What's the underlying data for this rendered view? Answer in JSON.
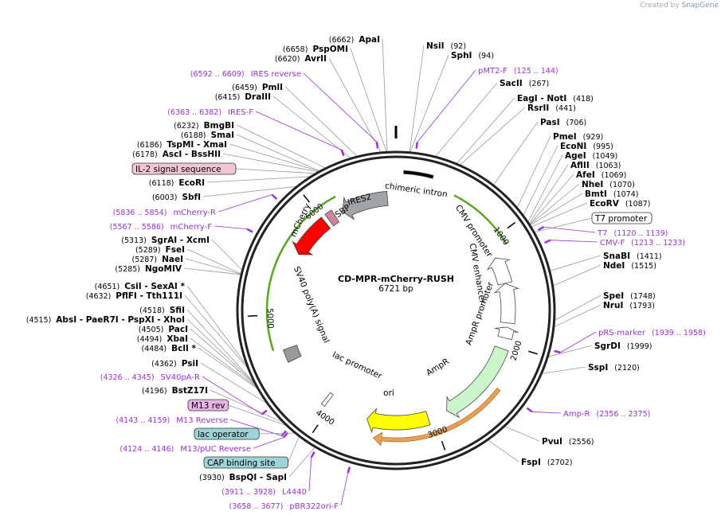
{
  "credit": {
    "prefix": "Created by",
    "brand": "SnapGene"
  },
  "plasmid": {
    "name": "CD-MPR-mCherry-RUSH",
    "length_label": "6721 bp",
    "length": 6721
  },
  "ticks": [
    "1000",
    "2000",
    "3000",
    "4000",
    "5000",
    "6000"
  ],
  "colors": {
    "primer": "#9b30d9",
    "enzyme_line": "#999999",
    "backbone": "#222222"
  },
  "enzymes_right": [
    {
      "name": "NsiI",
      "pos": "(92)"
    },
    {
      "name": "SphI",
      "pos": "(94)"
    },
    {
      "name": "SacII",
      "pos": "(267)"
    },
    {
      "name": "EagI - NotI",
      "pos": "(418)"
    },
    {
      "name": "RsrII",
      "pos": "(441)"
    },
    {
      "name": "PasI",
      "pos": "(706)"
    },
    {
      "name": "PmeI",
      "pos": "(929)"
    },
    {
      "name": "EcoNI",
      "pos": "(995)"
    },
    {
      "name": "AgeI",
      "pos": "(1049)"
    },
    {
      "name": "AflII",
      "pos": "(1063)"
    },
    {
      "name": "AfeI",
      "pos": "(1069)"
    },
    {
      "name": "NheI",
      "pos": "(1070)"
    },
    {
      "name": "BmtI",
      "pos": "(1074)"
    },
    {
      "name": "EcoRV",
      "pos": "(1087)"
    },
    {
      "name": "SnaBI",
      "pos": "(1411)"
    },
    {
      "name": "NdeI",
      "pos": "(1515)"
    },
    {
      "name": "SpeI",
      "pos": "(1748)"
    },
    {
      "name": "NruI",
      "pos": "(1793)"
    },
    {
      "name": "SgrDI",
      "pos": "(1999)"
    },
    {
      "name": "SspI",
      "pos": "(2120)"
    },
    {
      "name": "PvuI",
      "pos": "(2556)"
    },
    {
      "name": "FspI",
      "pos": "(2702)"
    }
  ],
  "enzymes_left": [
    {
      "pos": "(6662)",
      "name": "ApaI"
    },
    {
      "pos": "(6658)",
      "name": "PspOMI"
    },
    {
      "pos": "(6620)",
      "name": "AvrII"
    },
    {
      "pos": "(6459)",
      "name": "PmlI"
    },
    {
      "pos": "(6415)",
      "name": "DraIII"
    },
    {
      "pos": "(6232)",
      "name": "BmgBI"
    },
    {
      "pos": "(6188)",
      "name": "SmaI"
    },
    {
      "pos": "(6186)",
      "name": "TspMI - XmaI"
    },
    {
      "pos": "(6178)",
      "name": "AscI - BssHII"
    },
    {
      "pos": "(6118)",
      "name": "EcoRI"
    },
    {
      "pos": "(6003)",
      "name": "SbfI"
    },
    {
      "pos": "(5313)",
      "name": "SgrAI - XcmI"
    },
    {
      "pos": "(5289)",
      "name": "FseI"
    },
    {
      "pos": "(5287)",
      "name": "NaeI"
    },
    {
      "pos": "(5285)",
      "name": "NgoMIV"
    },
    {
      "pos": "(4651)",
      "name": "CsiI - SexAI *"
    },
    {
      "pos": "(4632)",
      "name": "PflFI - Tth111I"
    },
    {
      "pos": "(4518)",
      "name": "SfiI"
    },
    {
      "pos": "(4515)",
      "name": "AbsI - PaeR7I - PspXI - XhoI"
    },
    {
      "pos": "(4505)",
      "name": "PacI"
    },
    {
      "pos": "(4494)",
      "name": "XbaI"
    },
    {
      "pos": "(4484)",
      "name": "BclI *"
    },
    {
      "pos": "(4362)",
      "name": "PsiI"
    },
    {
      "pos": "(4196)",
      "name": "BstZ17I"
    },
    {
      "pos": "(3930)",
      "name": "BspQI - SapI"
    }
  ],
  "primers": [
    {
      "name": "pMT2-F",
      "range": "(125 .. 144)"
    },
    {
      "name": "T7",
      "range": "(1120 .. 1139)"
    },
    {
      "name": "CMV-F",
      "range": "(1213 .. 1233)"
    },
    {
      "name": "pRS-marker",
      "range": "(1939 .. 1958)"
    },
    {
      "name": "Amp-R",
      "range": "(2356 .. 2375)"
    },
    {
      "name": "IRES reverse",
      "range": "(6592 .. 6609)"
    },
    {
      "name": "IRES-F",
      "range": "(6363 .. 6382)"
    },
    {
      "name": "mCherry-R",
      "range": "(5836 .. 5854)"
    },
    {
      "name": "mCherry-F",
      "range": "(5567 .. 5586)"
    },
    {
      "name": "SV40pA-R",
      "range": "(4326 .. 4345)"
    },
    {
      "name": "M13 Reverse",
      "range": "(4143 .. 4159)"
    },
    {
      "name": "M13/pUC Reverse",
      "range": "(4124 .. 4146)"
    },
    {
      "name": "L4440",
      "range": "(3911 .. 3928)"
    },
    {
      "name": "pBR322ori-F",
      "range": "(3658 .. 3677)"
    }
  ],
  "boxed_features": [
    {
      "label": "T7 promoter",
      "fill": "#ffffff"
    },
    {
      "label": "IL-2 signal sequence",
      "fill": "#f2c6d6"
    },
    {
      "label": "M13 rev",
      "fill": "#e8b4e8"
    },
    {
      "label": "lac operator",
      "fill": "#9ed3d8"
    },
    {
      "label": "CAP binding site",
      "fill": "#9ed3d8"
    }
  ],
  "features": [
    {
      "label": "chimeric intron",
      "color": "#000000"
    },
    {
      "label": "CMV promoter",
      "color": "#ffffff"
    },
    {
      "label": "CMV enhancer",
      "color": "#ffffff"
    },
    {
      "label": "AmpR promoter",
      "color": "#ffffff"
    },
    {
      "label": "AmpR",
      "color": "#ccf5cc"
    },
    {
      "label": "ori",
      "color": "#ffff00"
    },
    {
      "label": "lac promoter",
      "color": "#ffffff"
    },
    {
      "label": "SV40 poly(A) signal",
      "color": "#999999"
    },
    {
      "label": "mCherry",
      "color": "#ff0000"
    },
    {
      "label": "SBP",
      "color": "#cc8899"
    },
    {
      "label": "IRES2",
      "color": "#a0a4a8"
    }
  ]
}
